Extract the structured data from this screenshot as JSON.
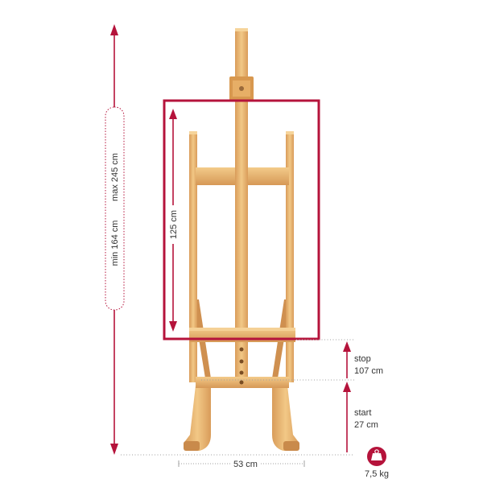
{
  "colors": {
    "accent": "#b5133b",
    "wood_light": "#f0c27d",
    "wood_mid": "#e2a866",
    "wood_dark": "#c88a4c",
    "guide_dots": "#bdbdbd"
  },
  "dimensions": {
    "max_height": "max 245 cm",
    "min_height": "min 164 cm",
    "canvas_height": "125 cm",
    "width": "53 cm",
    "stop_label": "stop",
    "stop_value": "107 cm",
    "start_label": "start",
    "start_value": "27 cm"
  },
  "weight": {
    "icon": "weight-icon",
    "label": "7,5 kg"
  }
}
